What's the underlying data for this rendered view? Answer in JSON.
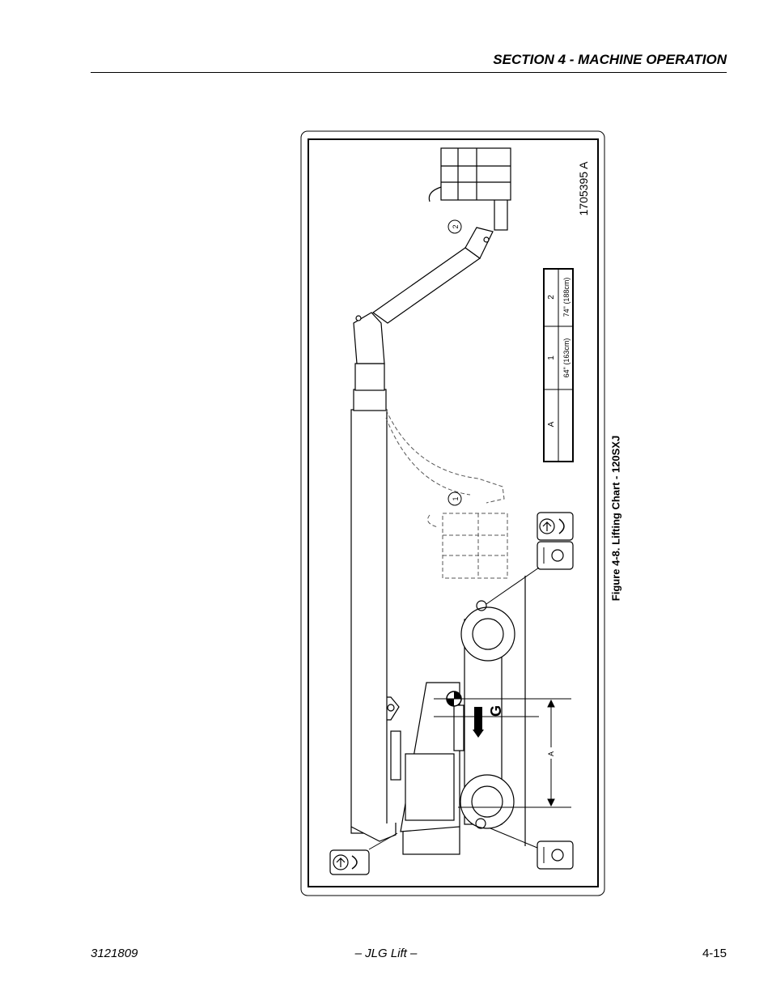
{
  "header": {
    "section_title": "SECTION 4 - MACHINE OPERATION"
  },
  "figure": {
    "caption": "Figure 4-8.  Lifting Chart - 120SXJ",
    "drawing_number": "1705395 A",
    "position_labels": [
      "1",
      "2"
    ],
    "dimension_label": "A",
    "table": {
      "header": [
        "A",
        "1",
        "2"
      ],
      "row": [
        "",
        "64\" (163cm)",
        "74\" (188cm)"
      ]
    }
  },
  "footer": {
    "doc_number": "3121809",
    "center": "– JLG Lift –",
    "page": "4-15"
  }
}
